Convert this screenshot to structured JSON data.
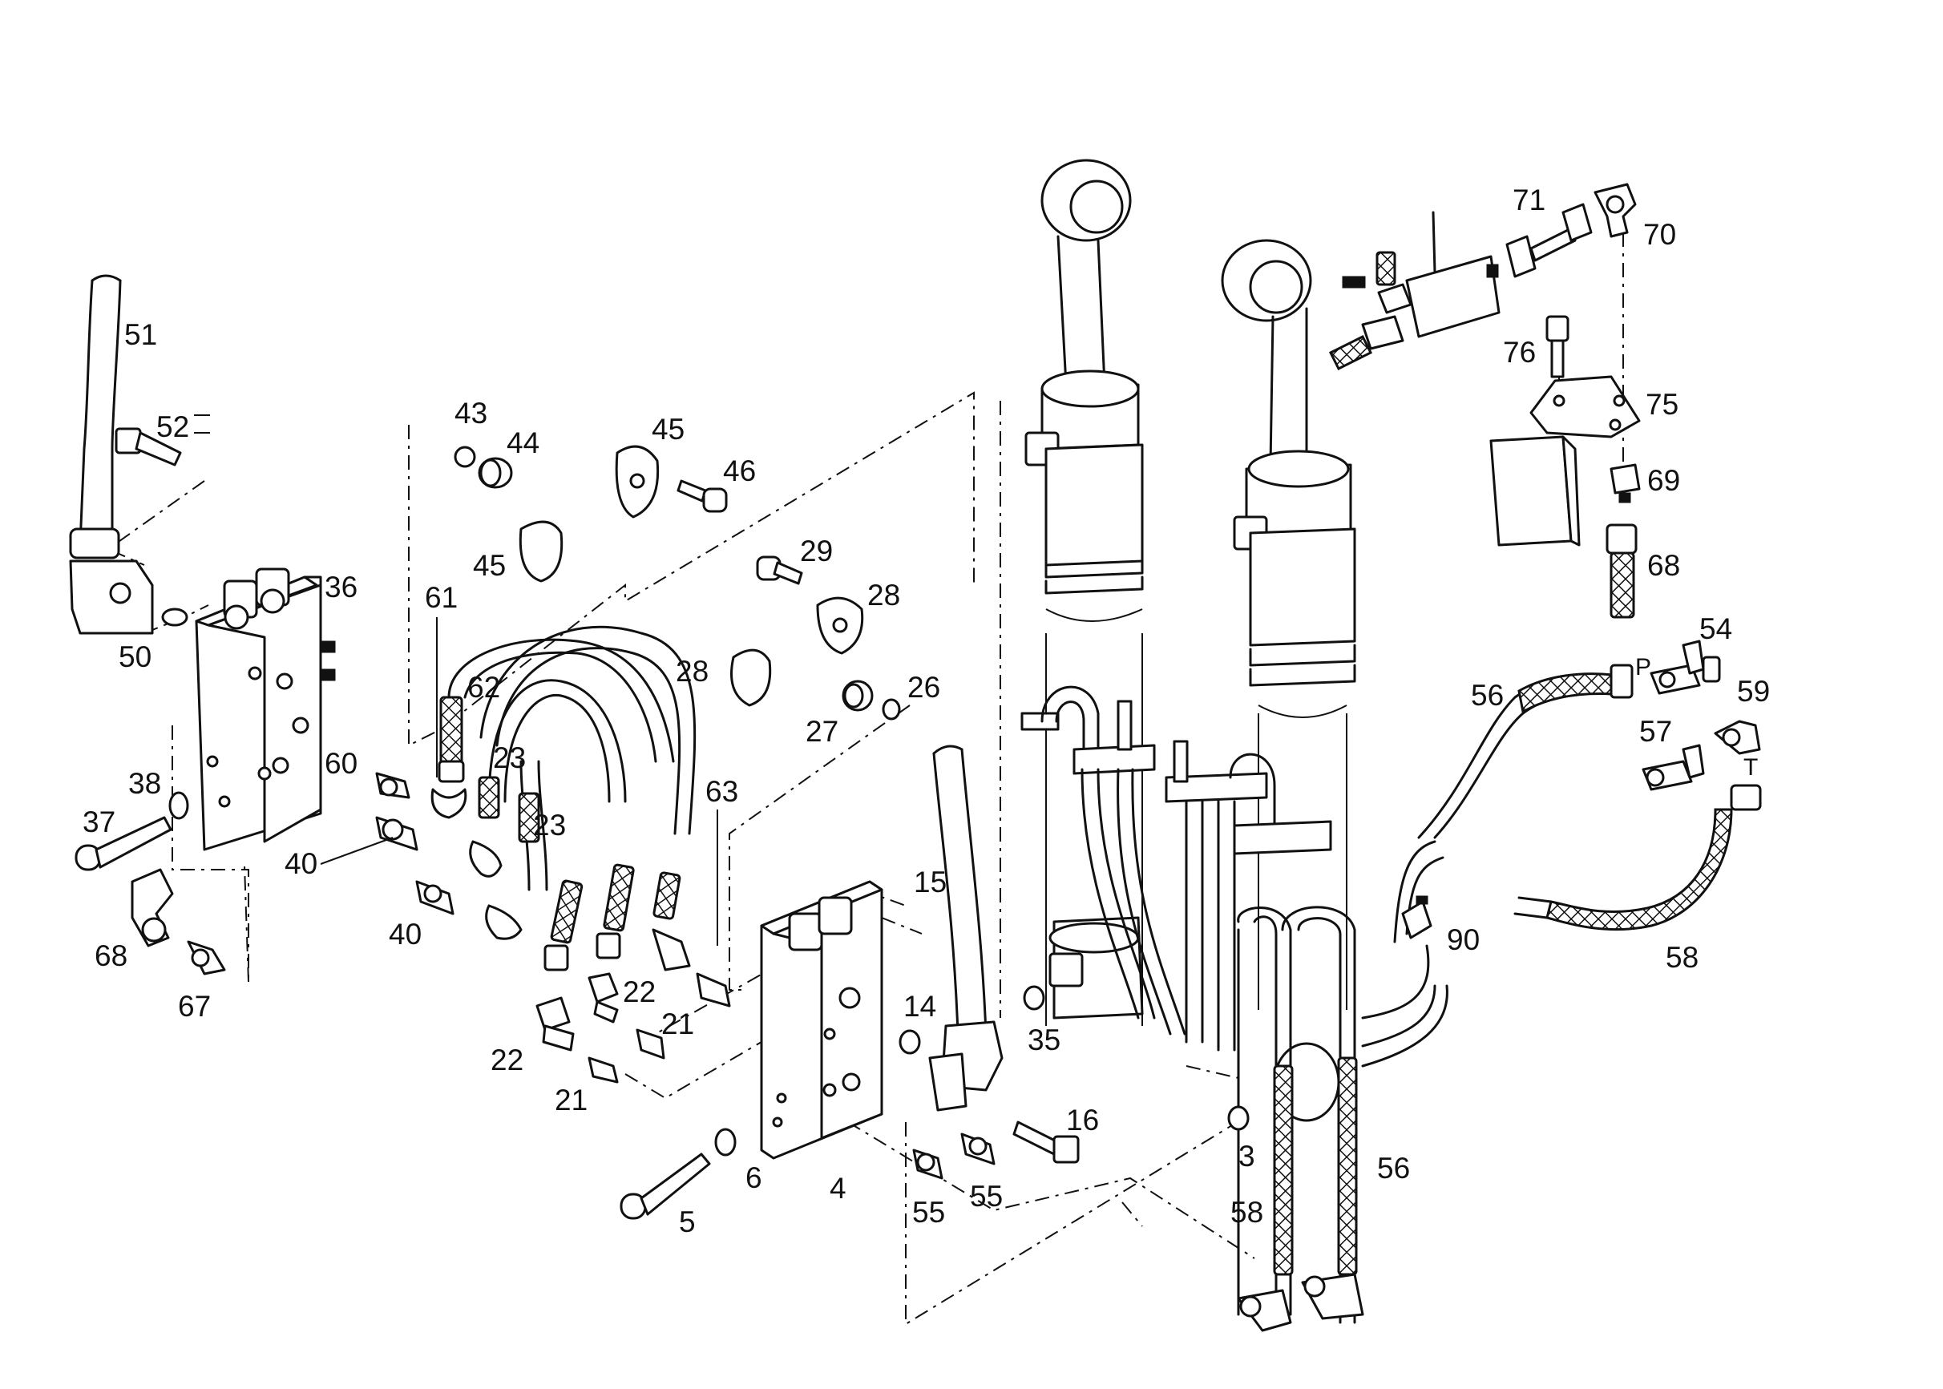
{
  "labels": {
    "l51": "51",
    "l52": "52",
    "l50": "50",
    "l36": "36",
    "l43": "43",
    "l44": "44",
    "l45a": "45",
    "l45b": "45",
    "l46": "46",
    "l29": "29",
    "l28a": "28",
    "l28b": "28",
    "l27": "27",
    "l26": "26",
    "l61": "61",
    "l62": "62",
    "l60": "60",
    "l23a": "23",
    "l23b": "23",
    "l38": "38",
    "l37": "37",
    "l40a": "40",
    "l40b": "40",
    "l68a": "68",
    "l67": "67",
    "l63": "63",
    "l15": "15",
    "l14": "14",
    "l22a": "22",
    "l22b": "22",
    "l21a": "21",
    "l21b": "21",
    "l35": "35",
    "l16": "16",
    "l6": "6",
    "l5": "5",
    "l4": "4",
    "l55a": "55",
    "l55b": "55",
    "l3": "3",
    "l58a": "58",
    "l56a": "56",
    "l71": "71",
    "l70": "70",
    "l76": "76",
    "l75": "75",
    "l69": "69",
    "l68b": "68",
    "l54": "54",
    "lP": "P",
    "l56b": "56",
    "l59": "59",
    "l57": "57",
    "lT": "T",
    "l90": "90",
    "l58b": "58"
  }
}
